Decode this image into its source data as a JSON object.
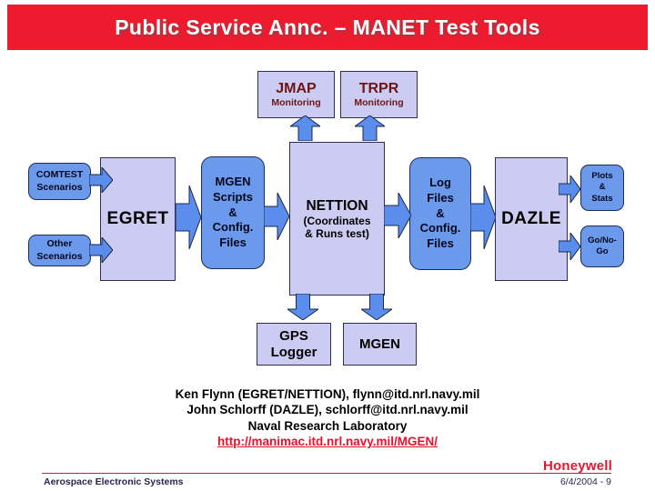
{
  "slide": {
    "title": "Public Service Annc. – MANET Test Tools"
  },
  "colors": {
    "title_bar_red": "#ee1b2e",
    "box_lavender": "#ccccf2",
    "box_blue": "#6b9aec",
    "arrow_blue": "#5b8ded",
    "monitor_text_maroon": "#6e1414",
    "link_red": "#e8112d",
    "footer_text_navy": "#26264f",
    "honeywell_red": "#dd1a32"
  },
  "nodes": {
    "jmap": {
      "title": "JMAP",
      "subtitle": "Monitoring"
    },
    "trpr": {
      "title": "TRPR",
      "subtitle": "Monitoring"
    },
    "comtest_scenarios": {
      "line1": "COMTEST",
      "line2": "Scenarios"
    },
    "other_scenarios": {
      "line1": "Other",
      "line2": "Scenarios"
    },
    "egret": {
      "title": "EGRET"
    },
    "mgen_scripts": {
      "line1": "MGEN",
      "line2": "Scripts",
      "line3": "&",
      "line4": "Config.",
      "line5": "Files"
    },
    "nettion": {
      "title": "NETTION",
      "sub1": "(Coordinates",
      "sub2": "& Runs test)"
    },
    "log_files": {
      "line1": "Log",
      "line2": "Files",
      "line3": "&",
      "line4": "Config.",
      "line5": "Files"
    },
    "dazle": {
      "title": "DAZLE"
    },
    "plots_stats": {
      "line1": "Plots",
      "line2": "&",
      "line3": "Stats"
    },
    "go_no_go": {
      "line1": "Go/No-",
      "line2": "Go"
    },
    "gps_logger": {
      "line1": "GPS",
      "line2": "Logger"
    },
    "mgen": {
      "title": "MGEN"
    }
  },
  "contact": {
    "line1": "Ken Flynn (EGRET/NETTION), flynn@itd.nrl.navy.mil",
    "line2": "John Schlorff (DAZLE), schlorff@itd.nrl.navy.mil",
    "line3": "Naval Research Laboratory",
    "link": "http://manimac.itd.nrl.navy.mil/MGEN/"
  },
  "footer": {
    "brand": "Honeywell",
    "division": "Aerospace Electronic Systems",
    "date_page": "6/4/2004 - 9"
  }
}
